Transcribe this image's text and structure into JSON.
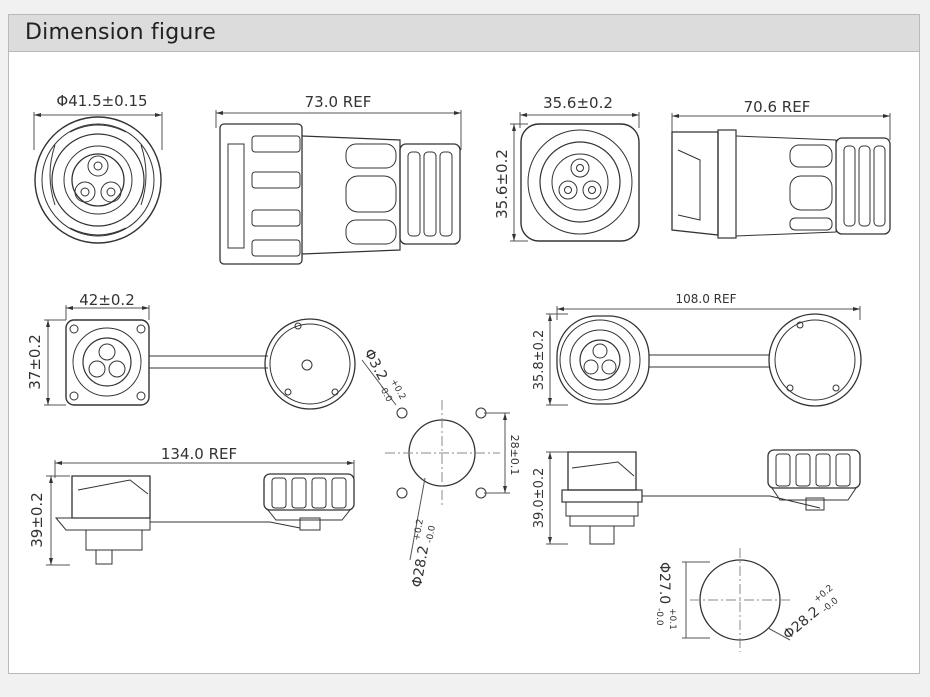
{
  "header": {
    "title": "Dimension figure"
  },
  "dims": {
    "d1": "Φ41.5±0.15",
    "d2": "73.0 REF",
    "d3": "35.6±0.2",
    "d4": "35.6±0.2",
    "d5": "70.6 REF",
    "d6": "42±0.2",
    "d7": "37±0.2",
    "d8": "108.0 REF",
    "d9": "35.8±0.2",
    "d10": "134.0 REF",
    "d11": "39±0.2",
    "d12": "39.0±0.2",
    "d13": "Φ3.2",
    "d13tol_up": "+0.2",
    "d13tol_dn": "-0.0",
    "d14": "28±0.1",
    "d15": "Φ28.2",
    "d15tol_up": "+0.2",
    "d15tol_dn": "-0.0",
    "d16": "Φ27.0",
    "d16tol_up": "+0.1",
    "d16tol_dn": "-0.0",
    "d17": "Φ28.2",
    "d17tol_up": "+0.2",
    "d17tol_dn": "-0.0"
  }
}
